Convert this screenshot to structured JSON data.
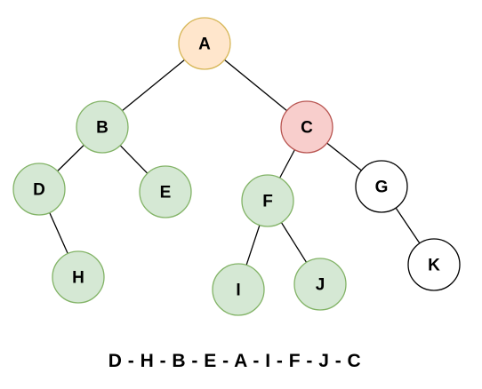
{
  "styles": {
    "root": {
      "fill": "#ffe6cc",
      "stroke": "#d6b656"
    },
    "visited": {
      "fill": "#d5e8d4",
      "stroke": "#82b366"
    },
    "current": {
      "fill": "#f8cecc",
      "stroke": "#b85450"
    },
    "unvisited": {
      "fill": "#ffffff",
      "stroke": "#000000"
    }
  },
  "nodes": [
    {
      "id": "A",
      "label": "A",
      "style": "root"
    },
    {
      "id": "B",
      "label": "B",
      "style": "visited"
    },
    {
      "id": "C",
      "label": "C",
      "style": "current"
    },
    {
      "id": "D",
      "label": "D",
      "style": "visited"
    },
    {
      "id": "E",
      "label": "E",
      "style": "visited"
    },
    {
      "id": "F",
      "label": "F",
      "style": "visited"
    },
    {
      "id": "G",
      "label": "G",
      "style": "unvisited"
    },
    {
      "id": "H",
      "label": "H",
      "style": "visited"
    },
    {
      "id": "I",
      "label": "I",
      "style": "visited"
    },
    {
      "id": "J",
      "label": "J",
      "style": "visited"
    },
    {
      "id": "K",
      "label": "K",
      "style": "unvisited"
    }
  ],
  "edges": [
    [
      "A",
      "B"
    ],
    [
      "A",
      "C"
    ],
    [
      "B",
      "D"
    ],
    [
      "B",
      "E"
    ],
    [
      "D",
      "H"
    ],
    [
      "C",
      "F"
    ],
    [
      "C",
      "G"
    ],
    [
      "F",
      "I"
    ],
    [
      "F",
      "J"
    ],
    [
      "G",
      "K"
    ]
  ],
  "traversal_text": "D - H - B - E - A - I - F - J - C"
}
